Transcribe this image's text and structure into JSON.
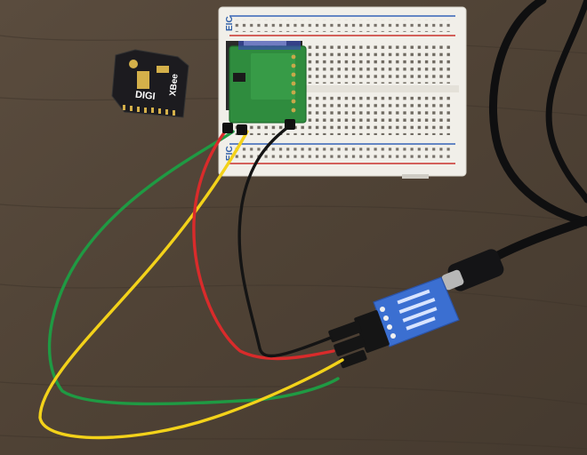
{
  "photo": {
    "breadboard_label_top": "EIC",
    "breadboard_label_bottom": "EIC",
    "xbee_brand": "DIGI",
    "xbee_product": "XBee",
    "colors": {
      "table": "#4f4235",
      "breadboard": "#f1efe9",
      "breakout_board": "#2f8c3e",
      "xbee_module": "#1c1b1f",
      "usb_adapter": "#3b6fd1",
      "wire_green": "#1f9a43",
      "wire_yellow": "#f3d21a",
      "wire_red": "#d92b2b",
      "wire_black": "#141414",
      "cable_black": "#0f0f10"
    }
  }
}
